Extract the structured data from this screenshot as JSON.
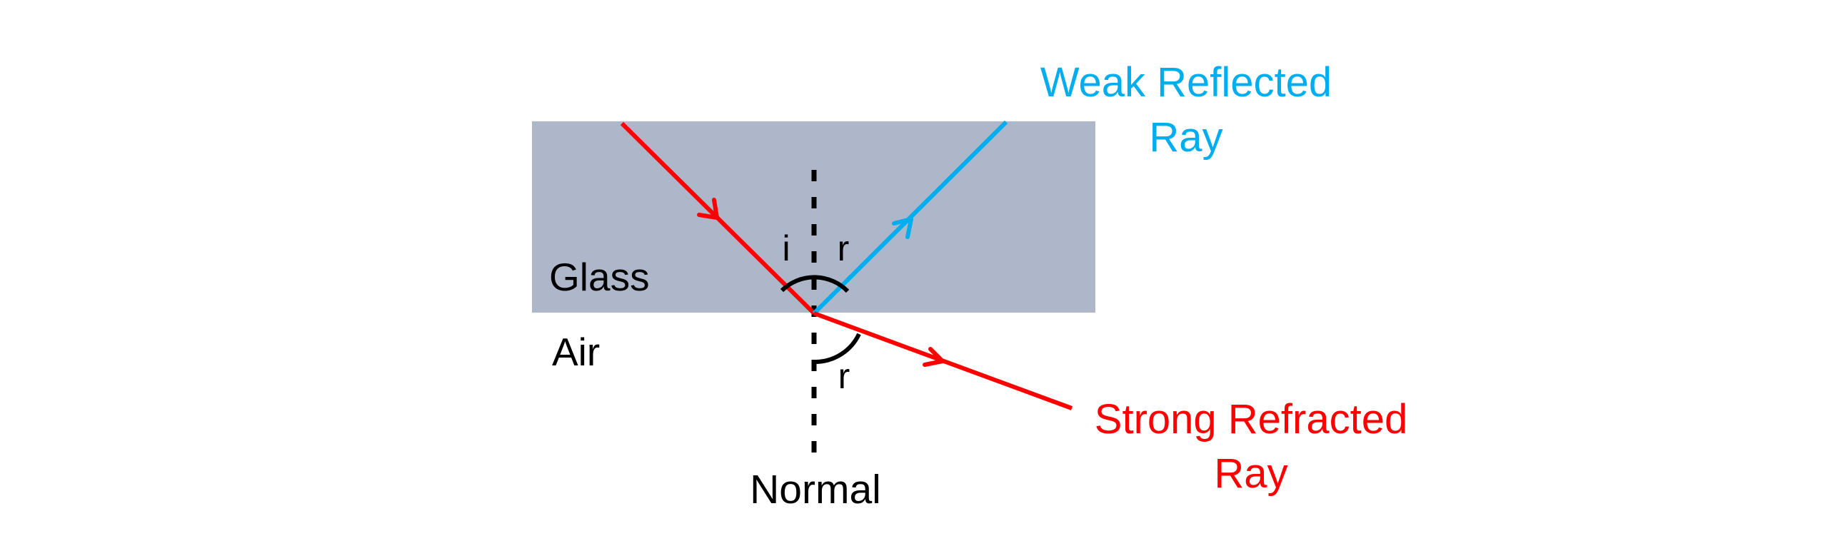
{
  "diagram": {
    "title": "Partial reflection and refraction at a glass–air boundary",
    "colors": {
      "glass": "#adb7c9",
      "incident": "#ff0000",
      "reflected": "#00adef",
      "refracted": "#ff0000",
      "normal": "#000000",
      "text": "#000000"
    },
    "media": {
      "upper": "Glass",
      "lower": "Air"
    },
    "normal_label": "Normal",
    "angles": {
      "incidence": "i",
      "reflection": "r",
      "refraction": "r"
    },
    "rays": {
      "reflected": {
        "label_line1": "Weak Reflected",
        "label_line2": "Ray"
      },
      "refracted": {
        "label_line1": "Strong Refracted",
        "label_line2": "Ray"
      }
    }
  }
}
